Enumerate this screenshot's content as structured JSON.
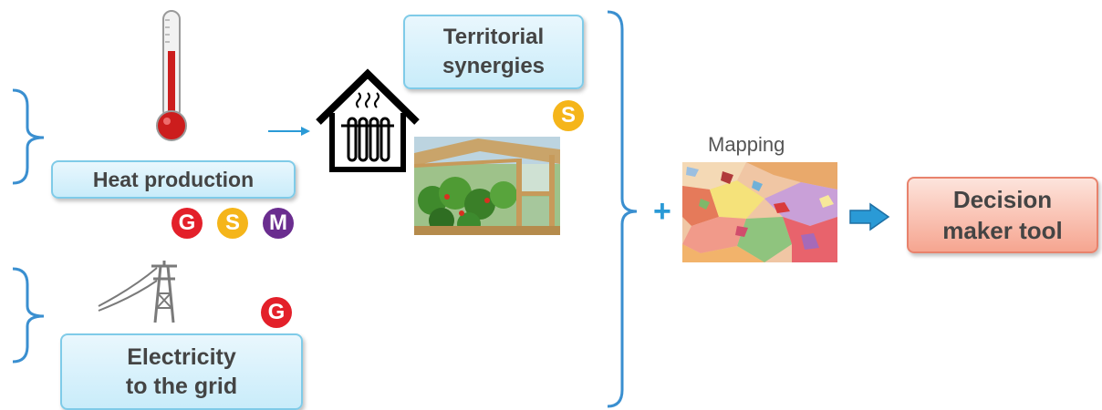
{
  "heat_production": {
    "label": "Heat production",
    "badges": [
      "G",
      "S",
      "M"
    ]
  },
  "electricity": {
    "line1": "Electricity",
    "line2": "to the grid",
    "badges": [
      "G"
    ]
  },
  "territorial": {
    "line1": "Territorial",
    "line2": "synergies",
    "badges": [
      "S"
    ]
  },
  "plus_sign": "+",
  "mapping_label": "Mapping",
  "decision": {
    "line1": "Decision",
    "line2": "maker tool"
  },
  "colors": {
    "bracket": "#3a8fd0",
    "arrow": "#2a9ad6",
    "badge_G": "#e3202a",
    "badge_S": "#f5b51a",
    "badge_M": "#6a2d8f",
    "box_cyan": "#c9ecfa",
    "box_red": "#f6a590"
  },
  "icons": [
    "thermometer-icon",
    "power-pylon-icon",
    "heated-house-icon",
    "greenhouse-image",
    "geologic-map-image"
  ]
}
